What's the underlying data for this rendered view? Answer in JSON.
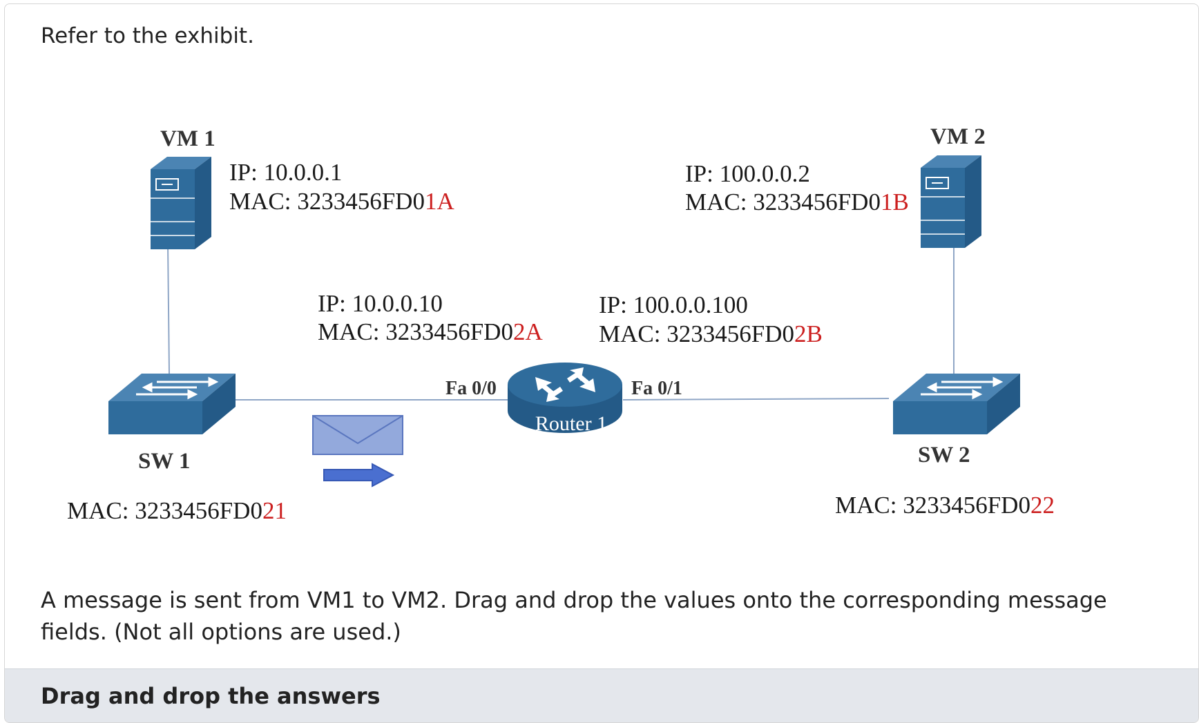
{
  "prompt": "Refer to the exhibit.",
  "question": "A message is sent from VM1 to VM2. Drag and drop the values onto the corresponding message fields. (Not all options are used.)",
  "answers_title": "Drag and drop the answers",
  "colors": {
    "device_blue": "#2f6c9c",
    "highlight_red": "#cc1f1f",
    "envelope": "#93a9dc",
    "arrow": "#4a6fd0"
  },
  "diagram": {
    "vm1": {
      "name": "VM 1",
      "ip": "IP: 10.0.0.1",
      "mac_prefix": "MAC: 3233456FD0",
      "mac_suffix": "1A"
    },
    "vm2": {
      "name": "VM 2",
      "ip": "IP: 100.0.0.2",
      "mac_prefix": "MAC: 3233456FD0",
      "mac_suffix": "1B"
    },
    "router": {
      "name": "Router 1",
      "fa00": {
        "label": "Fa 0/0",
        "ip": "IP: 10.0.0.10",
        "mac_prefix": "MAC: 3233456FD0",
        "mac_suffix": "2A"
      },
      "fa01": {
        "label": "Fa 0/1",
        "ip": "IP: 100.0.0.100",
        "mac_prefix": "MAC: 3233456FD0",
        "mac_suffix": "2B"
      }
    },
    "sw1": {
      "name": "SW 1",
      "mac_prefix": "MAC: 3233456FD0",
      "mac_suffix": "21"
    },
    "sw2": {
      "name": "SW 2",
      "mac_prefix": "MAC: 3233456FD0",
      "mac_suffix": "22"
    },
    "icons": [
      "server-icon",
      "switch-icon",
      "router-icon",
      "envelope-icon",
      "arrow-right-icon"
    ]
  }
}
